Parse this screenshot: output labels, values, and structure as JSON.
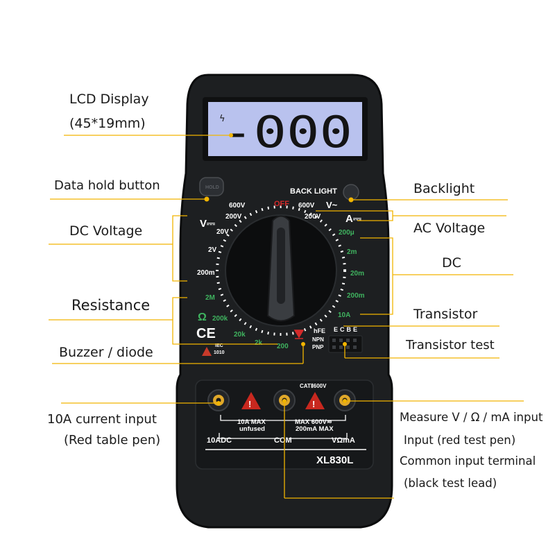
{
  "colors": {
    "callout_line": "#f2b500",
    "body": "#1d1f21",
    "lcd": "#b9c2ee",
    "green_scale": "#3fb35f",
    "red_mark": "#d42a2a"
  },
  "callouts": {
    "lcd_display_line1": "LCD Display",
    "lcd_display_line2": "(45*19mm)",
    "data_hold_button": "Data hold button",
    "dc_voltage": "DC Voltage",
    "resistance": "Resistance",
    "buzzer_diode": "Buzzer / diode",
    "current_input_line1": "10A current input",
    "current_input_line2": "(Red table pen)",
    "backlight": "Backlight",
    "ac_voltage": "AC Voltage",
    "dc": "DC",
    "transistor": "Transistor",
    "transistor_test": "Transistor test",
    "measure_input": "Measure V / Ω / mA input",
    "input_red_pen": "Input (red test pen)",
    "common_terminal": "Common input terminal",
    "black_lead": "(black test lead)"
  },
  "device": {
    "lcd_reading": "-000",
    "hold_button_label": "HOLD",
    "backlight_label": "BACK LIGHT",
    "off_label": "OFF",
    "model": "XL830L",
    "cat_rating": "CATⅡ600V",
    "dcv_symbol": "V⎓",
    "acv_symbol": "V~",
    "dca_symbol": "A⎓",
    "ohm_symbol": "Ω",
    "ce_mark": "CE",
    "iec_line1": "IEC",
    "iec_line2": "1010",
    "hfe_label": "hFE",
    "npn_label": "NPN",
    "pnp_label": "PNP",
    "ecbe_label": "ECBE",
    "dial_ranges": {
      "dcv": [
        "600V",
        "200V",
        "20V",
        "2V",
        "200m"
      ],
      "ohm": [
        "2M",
        "200k",
        "20k",
        "2k",
        "200"
      ],
      "acv": [
        "600V",
        "200V"
      ],
      "dca": [
        "200μ",
        "2m",
        "20m",
        "200m",
        "10A"
      ]
    },
    "jack_labels": {
      "left": "10ADC",
      "com": "COM",
      "right": "VΩmA"
    },
    "warnings": {
      "left_line1": "10A MAX",
      "left_line2": "unfused",
      "right_line1": "MAX 600V≂",
      "right_line2": "200mA MAX"
    }
  }
}
